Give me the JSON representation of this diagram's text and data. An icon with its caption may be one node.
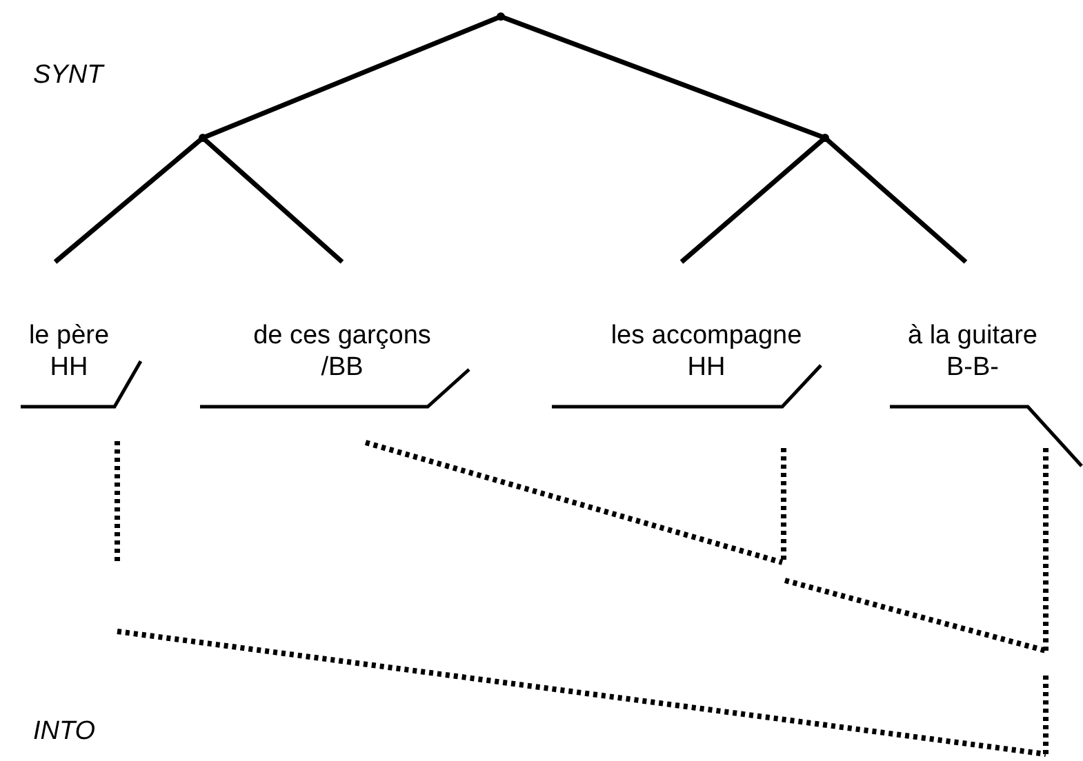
{
  "diagram": {
    "nodes": [
      {
        "text": [],
        "shape": "point"
      },
      {
        "text": [],
        "shape": "point"
      },
      {
        "text": [],
        "shape": "point"
      },
      {
        "text": [
          "le père",
          "HH"
        ]
      },
      {
        "text": [
          "de ces garçons",
          "/BB"
        ]
      },
      {
        "text": [
          "les accompagne",
          "HH"
        ]
      },
      {
        "text": [
          "à la guitare",
          "B-B-"
        ]
      }
    ],
    "edges": [
      {
        "from": 0,
        "to": 1,
        "arrow": "none"
      },
      {
        "from": 0,
        "to": 2,
        "arrow": "none"
      },
      {
        "from": 1,
        "to": 3,
        "arrow": "none"
      },
      {
        "from": 1,
        "to": 4,
        "arrow": "none"
      },
      {
        "from": 2,
        "to": 5,
        "arrow": "none"
      },
      {
        "from": 2,
        "to": 6,
        "arrow": "none"
      }
    ],
    "labels": [
      "SYNT",
      "INTO"
    ]
  }
}
